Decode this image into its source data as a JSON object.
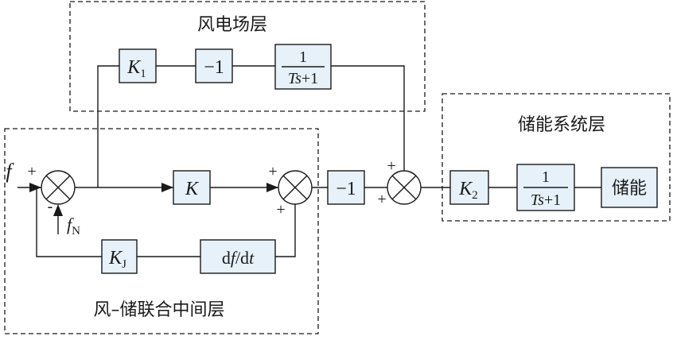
{
  "layers": {
    "wind_farm": "风电场层",
    "storage": "储能系统层",
    "middle": "风–储联合中间层"
  },
  "inputs": {
    "f": "f",
    "fN": "f",
    "fN_sub": "N"
  },
  "blocks": {
    "K1": {
      "main": "K",
      "sub": "1"
    },
    "neg1_top": "−1",
    "tf_top": {
      "num": "1",
      "den_T": "Ts",
      "den_rest": "+1"
    },
    "K": "K",
    "neg1_mid": "−1",
    "KJ": {
      "main": "K",
      "sub": "J"
    },
    "dfdt": {
      "d1": "d",
      "f": "f",
      "slash": "/d",
      "t": "t"
    },
    "K2": {
      "main": "K",
      "sub": "2"
    },
    "tf_right": {
      "num": "1",
      "den_T": "Ts",
      "den_rest": "+1"
    },
    "storage": "储能"
  },
  "signs": {
    "s1_plus": "+",
    "s1_minus": "-",
    "s2_top": "+",
    "s2_bottom": "+",
    "s3_top": "+",
    "s3_left": "+"
  },
  "colors": {
    "block_fill": "#e6f1f9",
    "line": "#1a1a1a"
  }
}
